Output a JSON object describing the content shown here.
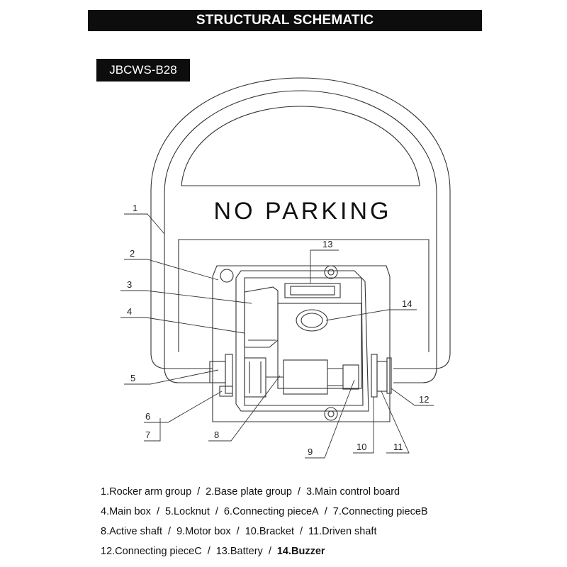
{
  "header": {
    "title": "STRUCTURAL SCHEMATIC"
  },
  "model": {
    "code": "JBCWS-B28"
  },
  "sign": {
    "text": "NO PARKING"
  },
  "callouts": [
    "1",
    "2",
    "3",
    "4",
    "5",
    "6",
    "7",
    "8",
    "9",
    "10",
    "11",
    "12",
    "13",
    "14"
  ],
  "legend": {
    "separator": "/",
    "lines": [
      [
        "1.Rocker arm group",
        "2.Base plate group",
        "3.Main control board"
      ],
      [
        "4.Main box",
        "5.Locknut",
        "6.Connecting pieceA",
        "7.Connecting pieceB"
      ],
      [
        "8.Active shaft",
        "9.Motor box",
        "10.Bracket",
        "11.Driven shaft"
      ],
      [
        "12.Connecting pieceC",
        "13.Battery",
        "14.Buzzer"
      ]
    ]
  }
}
